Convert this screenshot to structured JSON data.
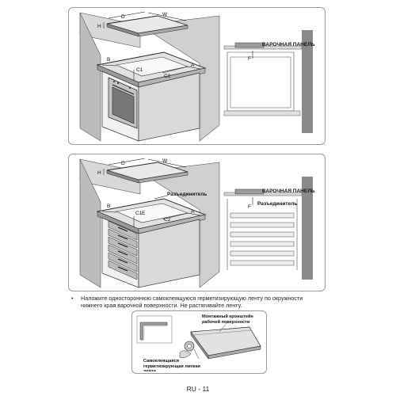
{
  "diagram1": {
    "dim_d": "D",
    "dim_w": "W",
    "dim_h": "H",
    "label_b": "B",
    "label_c1": "C1",
    "label_c2": "C2",
    "label_a": "A",
    "label_f": "F",
    "panel_label": "ВАРОЧНАЯ ПАНЕЛЬ"
  },
  "diagram2": {
    "dim_d": "D",
    "dim_w": "W",
    "dim_h": "H",
    "label_b": "B",
    "label_c1": "C1",
    "label_c2": "C2",
    "label_a": "A",
    "label_e": "E",
    "connector_label": "Разъединитель",
    "label_f": "F",
    "panel_label": "ВАРОЧНАЯ ПАНЕЛЬ",
    "connector_label_detail": "Разъединитель"
  },
  "instruction": {
    "bullet": "•",
    "text": "Наложите одностороннюю самоклеящуюся герметизирующую ленту по окружности нижнего края варочной поверхности. Не растягивайте ленту."
  },
  "seal_diagram": {
    "label_bracket": "Монтажный кронштейн рабочей поверхности",
    "label_tape": "Самоклеящаяся герметизирующая липкая лента"
  },
  "footer": {
    "page": "RU - 11"
  }
}
